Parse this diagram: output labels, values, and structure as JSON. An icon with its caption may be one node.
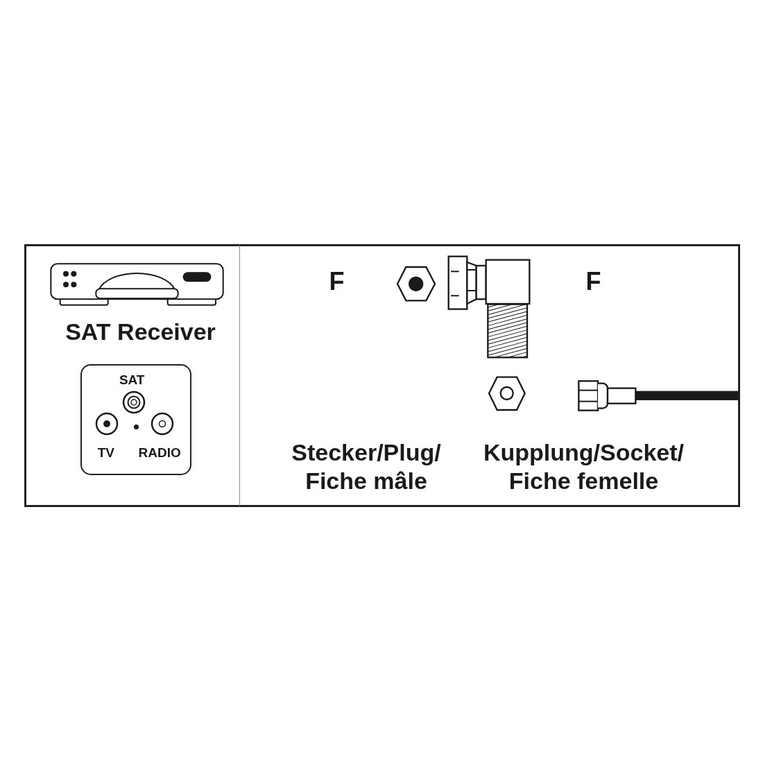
{
  "diagram": {
    "nodes": [
      {
        "text": [
          "SAT Receiver"
        ]
      },
      {
        "text": [
          "SAT",
          "TV",
          "RADIO"
        ],
        "in": 0
      },
      {
        "text": [
          "F",
          "F",
          "Stecker/Plug/ Fiche mâle",
          "Kupplung/Socket/ Fiche femelle"
        ]
      }
    ]
  }
}
